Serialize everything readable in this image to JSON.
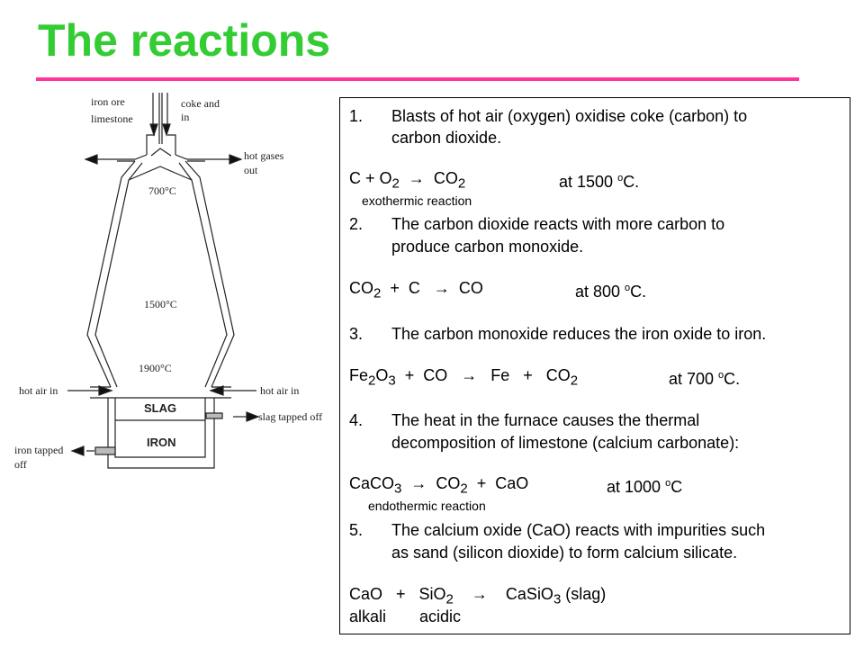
{
  "title": "The reactions",
  "diagram": {
    "feed_left": [
      "iron ore",
      "limestone"
    ],
    "feed_right": [
      "coke and",
      "in"
    ],
    "gases": [
      "hot gases",
      "out"
    ],
    "temps": [
      "700°C",
      "1500°C",
      "1900°C"
    ],
    "hot_air_left": "hot air in",
    "hot_air_right": "hot air in",
    "slag": "SLAG",
    "iron": "IRON",
    "slag_tap": "slag tapped off",
    "iron_tap": [
      "iron tapped",
      "off"
    ]
  },
  "steps": [
    {
      "num": "1.",
      "lines": [
        "Blasts of hot air (oxygen) oxidise coke (carbon) to",
        "carbon dioxide."
      ]
    },
    {
      "num": "2.",
      "lines": [
        "The carbon dioxide reacts with more carbon to",
        "produce carbon monoxide."
      ]
    },
    {
      "num": "3.",
      "lines": [
        "The carbon monoxide reduces the iron oxide to iron."
      ]
    },
    {
      "num": "4.",
      "lines": [
        "The heat in the furnace causes the thermal",
        "decomposition of limestone (calcium carbonate):"
      ]
    },
    {
      "num": "5.",
      "lines": [
        "The calcium oxide (CaO) reacts with impurities such",
        "as sand (silicon dioxide) to form calcium silicate."
      ]
    }
  ],
  "notes": {
    "exo": "exothermic reaction",
    "endo": "endothermic reaction",
    "alkali": "alkali",
    "acidic": "acidic"
  },
  "eq": {
    "e1": {
      "a": "C +  O",
      "a_sub": "2",
      "arrow": "→",
      "b": "CO",
      "b_sub": "2",
      "cond": "at 1500 ",
      "sup": "o",
      "unit": "C."
    },
    "e2": {
      "a": "CO",
      "a_sub": "2",
      "rest": "  +  C",
      "arrow": "→",
      "b": "CO",
      "cond": "at 800 ",
      "sup": "o",
      "unit": "C."
    },
    "e3": {
      "a": "Fe",
      "s1": "2",
      "a2": "O",
      "s2": "3",
      "rest": "  +  CO",
      "arrow": "→",
      "b": "Fe   +   CO",
      "b_sub": "2",
      "cond": "at 700 ",
      "sup": "o",
      "unit": "C."
    },
    "e4": {
      "a": "CaCO",
      "a_sub": "3",
      "arrow": "→",
      "b": "CO",
      "b_sub": "2",
      "rest": "  +  CaO",
      "cond": "at 1000 ",
      "sup": "o",
      "unit": "C"
    },
    "e5": {
      "a": "CaO   +   SiO",
      "a_sub": "2",
      "arrow": "→",
      "b": "CaSiO",
      "b_sub": "3",
      "rest": " (slag)"
    }
  }
}
